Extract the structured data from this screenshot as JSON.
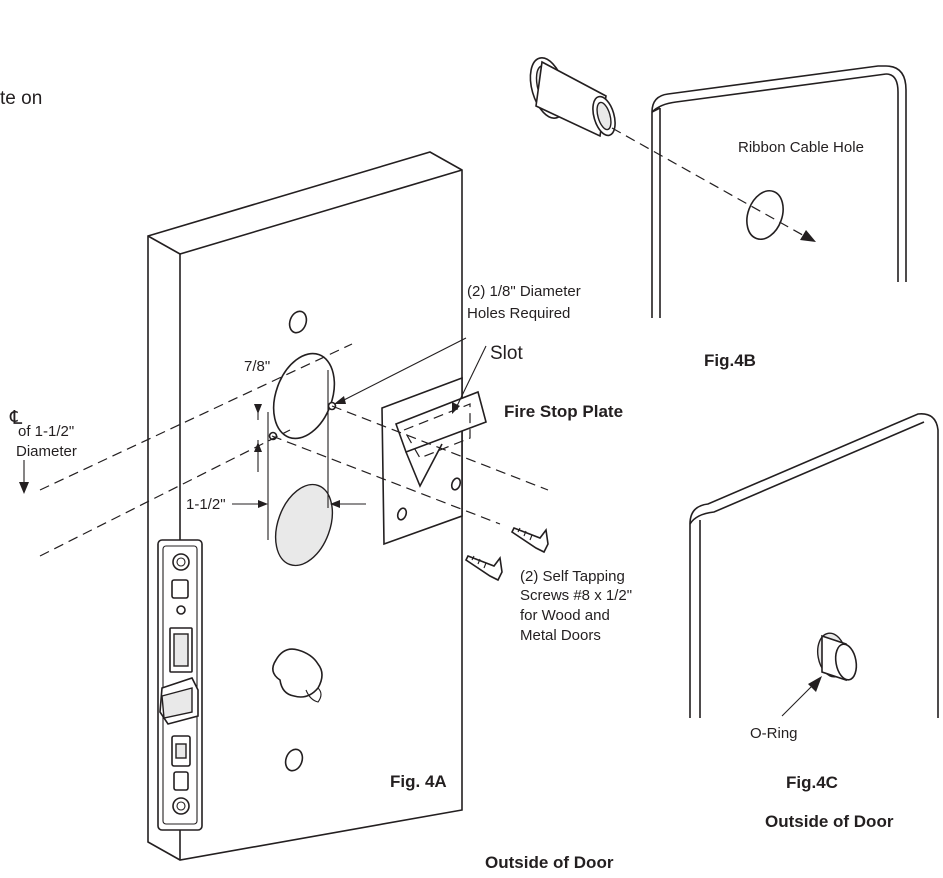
{
  "labels": {
    "top_left_fragment": "te on",
    "ribbon_cable_hole": "Ribbon Cable Hole",
    "holes_required_line1": "(2) 1/8\" Diameter",
    "holes_required_line2": "Holes Required",
    "slot": "Slot",
    "seven_eighths": "7/8\"",
    "centerline_symbol": "℄",
    "of_diameter_line1": "of 1-1/2\"",
    "of_diameter_line2": "Diameter",
    "one_and_half": "1-1/2\"",
    "screws_line1": "(2) Self Tapping",
    "screws_line2": "Screws #8 x 1/2\"",
    "screws_line3": "for Wood and",
    "screws_line4": "Metal Doors",
    "o_ring": "O-Ring"
  },
  "captions": {
    "fire_stop_plate": "Fire Stop Plate",
    "fig_4a": "Fig. 4A",
    "fig_4b": "Fig.4B",
    "fig_4c": "Fig.4C",
    "outside_of_door_4c": "Outside of Door",
    "outside_of_door_4a": "Outside of Door"
  }
}
